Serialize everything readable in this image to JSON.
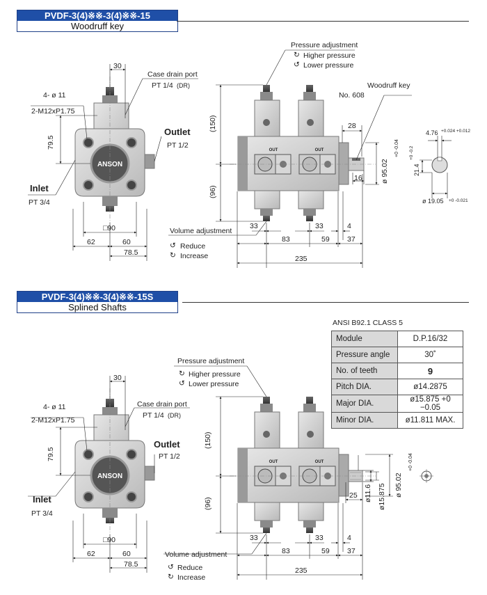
{
  "section1": {
    "title": "PVDF-3(4)※※-3(4)※※-15",
    "subtitle": "Woodruff key",
    "labels": {
      "dim_30": "30",
      "case_drain": "Case drain port",
      "case_drain_pt": "PT 1/4",
      "case_drain_dr": "(DR)",
      "bolt": "4- ø 11",
      "thread": "2-M12xP1.75",
      "dim_79_5": "79.5",
      "outlet": "Outlet",
      "outlet_pt": "PT 1/2",
      "inlet": "Inlet",
      "inlet_pt": "PT 3/4",
      "brand": "ANSON",
      "square_90": "□90",
      "dim_62": "62",
      "dim_60": "60",
      "dim_78_5": "78.5",
      "pressure_adj": "Pressure adjustment",
      "higher": "Higher pressure",
      "lower": "Lower pressure",
      "volume_adj": "Volume adjustment",
      "reduce": "Reduce",
      "increase": "Increase",
      "dim_150": "(150)",
      "dim_96": "(96)",
      "out": "OUT",
      "woodruff_key": "Woodruff key",
      "woodruff_no": "No. 608",
      "dim_28": "28",
      "dim_16": "16",
      "dia_95": "ø 95.02",
      "dia_95_tol": "+0 -0.04",
      "dim_33a": "33",
      "dim_33b": "33",
      "dim_4": "4",
      "dim_83": "83",
      "dim_59": "59",
      "dim_37": "37",
      "dim_235": "235",
      "key_476": "4.76",
      "key_476_tol": "+0.024 +0.012",
      "key_214": "21.4",
      "key_214_tol": "+0 -0.2",
      "key_1905": "ø 19.05",
      "key_1905_tol": "+0 -0.021"
    }
  },
  "section2": {
    "title": "PVDF-3(4)※※-3(4)※※-15S",
    "subtitle": "Splined Shafts",
    "labels": {
      "dim_30": "30",
      "case_drain": "Case drain port",
      "case_drain_pt": "PT 1/4",
      "case_drain_dr": "(DR)",
      "bolt": "4- ø 11",
      "thread": "2-M12xP1.75",
      "dim_79_5": "79.5",
      "outlet": "Outlet",
      "outlet_pt": "PT 1/2",
      "inlet": "Inlet",
      "inlet_pt": "PT 3/4",
      "brand": "ANSON",
      "square_90": "□90",
      "dim_62": "62",
      "dim_60": "60",
      "dim_78_5": "78.5",
      "pressure_adj": "Pressure adjustment",
      "higher": "Higher pressure",
      "lower": "Lower pressure",
      "volume_adj": "Volume adjustment",
      "reduce": "Reduce",
      "increase": "Increase",
      "dim_150": "(150)",
      "dim_96": "(96)",
      "out": "OUT",
      "dim_25": "25",
      "dia_11_6": "ø11.6",
      "dia_15_875": "ø15.875",
      "dia_95": "ø 95.02",
      "dia_95_tol": "+0 -0.04",
      "dim_33a": "33",
      "dim_33b": "33",
      "dim_4": "4",
      "dim_83": "83",
      "dim_59": "59",
      "dim_37": "37",
      "dim_235": "235"
    },
    "spline_table": {
      "title": "ANSI  B92.1 CLASS 5",
      "rows": [
        {
          "key": "Module",
          "value": "D.P.16/32"
        },
        {
          "key": "Pressure angle",
          "value": "30˚"
        },
        {
          "key": "No. of teeth",
          "value": "9"
        },
        {
          "key": "Pitch DIA.",
          "value": "ø14.2875"
        },
        {
          "key": "Major DIA.",
          "value": "ø15.875 +0 −0.05"
        },
        {
          "key": "Minor DIA.",
          "value": "ø11.811 MAX."
        }
      ]
    }
  }
}
